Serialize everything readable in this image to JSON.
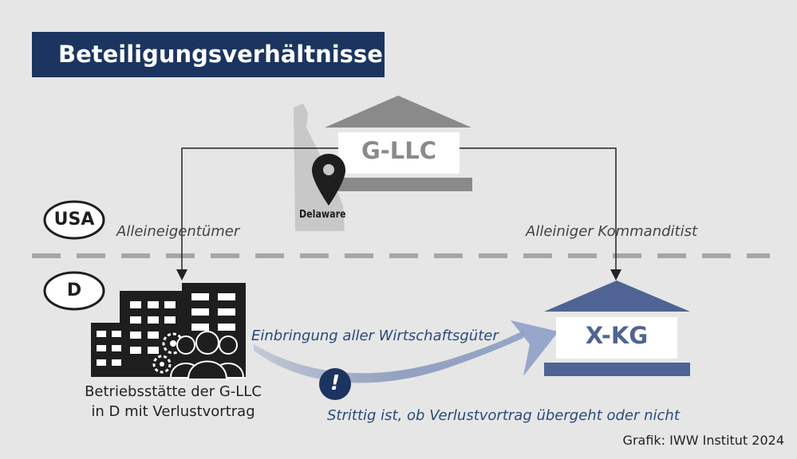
{
  "title": "Beteiligungsverhältnisse",
  "regions": {
    "usa": "USA",
    "germany": "D"
  },
  "entities": {
    "g_llc": "G-LLC",
    "x_kg": "X-KG",
    "delaware": "Delaware"
  },
  "relations": {
    "sole_owner": "Alleineigentümer",
    "sole_limited_partner": "Alleiniger Kommanditist",
    "transfer": "Einbringung aller Wirtschaftsgüter",
    "dispute": "Strittig ist, ob Verlustvortrag übergeht oder nicht",
    "warning_symbol": "!"
  },
  "branch": {
    "line1": "Betriebsstätte der G-LLC",
    "line2": "in D mit Verlustvortrag"
  },
  "credit": "Grafik: IWW Institut 2024",
  "colors": {
    "title_bg": "#1b3560",
    "navy_text": "#2b4a7a",
    "x_kg": "#4f6494",
    "g_llc": "#8a8a8a",
    "building_dark": "#1e1e1e",
    "state_shape": "#c8c8c8",
    "divider": "#a6a6a6",
    "background": "#e6e6e6"
  },
  "icons": [
    "map-pin-icon",
    "gear-icon",
    "people-icon",
    "warning-icon",
    "office-building-icon"
  ]
}
